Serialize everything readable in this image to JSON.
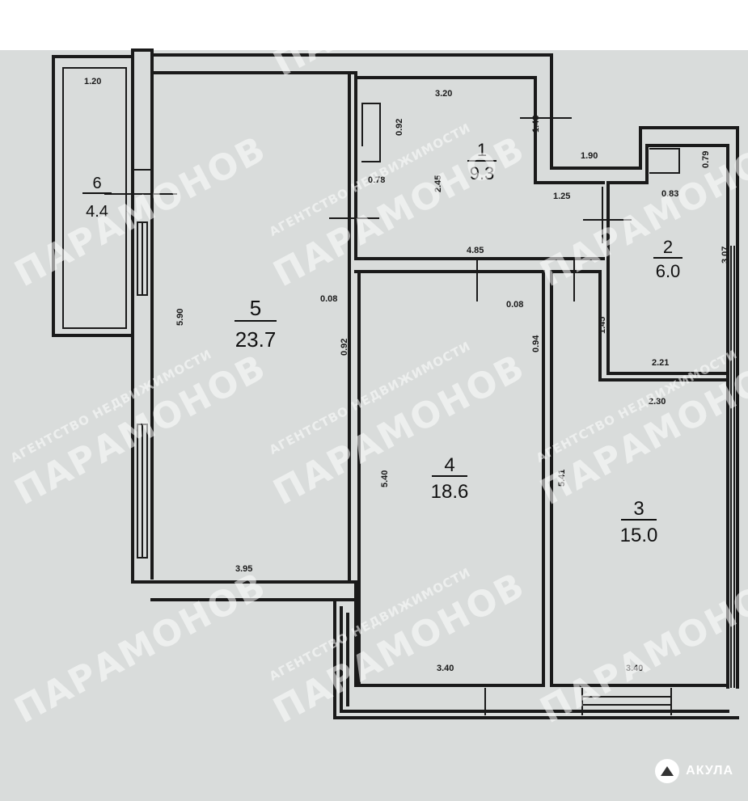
{
  "rooms": [
    {
      "number": "1",
      "area": "9.3"
    },
    {
      "number": "2",
      "area": "6.0"
    },
    {
      "number": "3",
      "area": "15.0"
    },
    {
      "number": "4",
      "area": "18.6"
    },
    {
      "number": "5",
      "area": "23.7"
    },
    {
      "number": "6",
      "area": "4.4"
    }
  ],
  "dimensions": {
    "balcony_width": "1.20",
    "room1_top": "3.20",
    "room1_niche_h": "0.92",
    "room1_niche_w": "0.78",
    "room1_side": "2.45",
    "room1_corner": "1.43",
    "corridor_top": "1.90",
    "corridor_upper": "0.79",
    "room2_niche_w": "0.83",
    "corridor_mid": "1.25",
    "room2_height": "3.07",
    "room2_bottom": "2.21",
    "corridor_len": "4.85",
    "room5_offset": "0.08",
    "room4_offset": "0.08",
    "room5_height": "5.90",
    "room5_wall": "0.92",
    "room4_wall": "0.94",
    "corridor_side": "1.45",
    "room3_top": "2.30",
    "room4_height": "5.40",
    "room3_height": "5.41",
    "room5_bottom": "3.95",
    "room4_bottom": "3.40",
    "room3_bottom": "3.40"
  },
  "watermark": {
    "main": "ПАРАМОНОВ",
    "sub": "АГЕНТСТВО НЕДВИЖИМОСТИ"
  },
  "brand": {
    "name": "АКУЛА"
  }
}
